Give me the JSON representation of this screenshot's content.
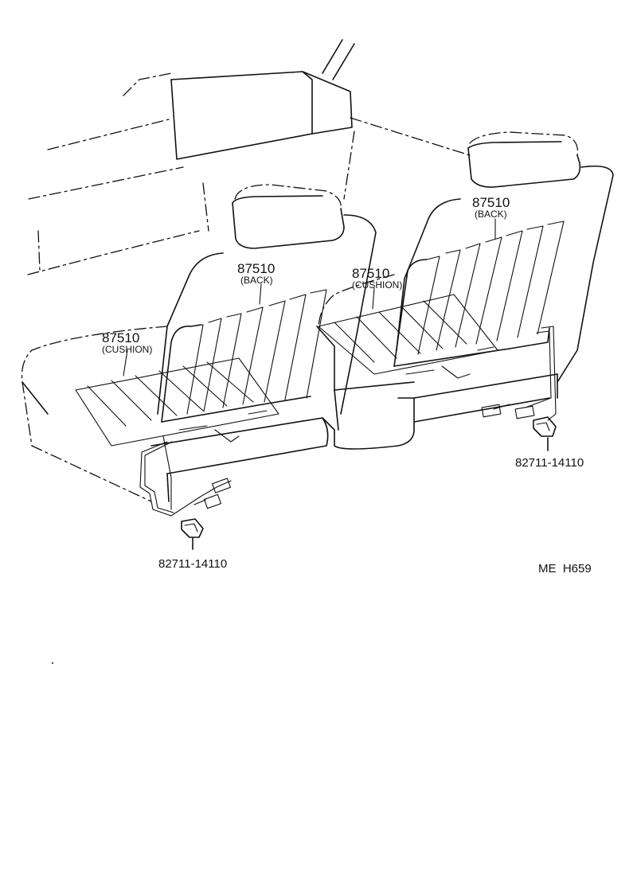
{
  "labels": {
    "left_back_no": "87510",
    "left_back_sub": "(BACK)",
    "left_cushion_no": "87510",
    "left_cushion_sub": "(CUSHION)",
    "right_back_no": "87510",
    "right_back_sub": "(BACK)",
    "right_cushion_no": "87510",
    "right_cushion_sub": "(CUSHION)",
    "left_connector_no": "82711-14110",
    "right_connector_no": "82711-14110"
  },
  "footer": {
    "code": "ME  H659"
  }
}
